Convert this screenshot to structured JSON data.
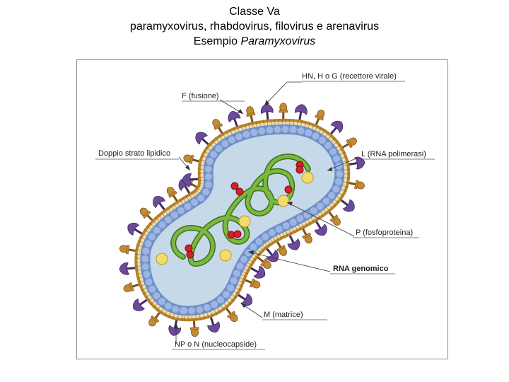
{
  "header": {
    "line1": "Classe Va",
    "line2": "paramyxovirus, rhabdovirus, filovirus e arenavirus",
    "line3_prefix": "Esempio ",
    "line3_italic": "Paramyxovirus"
  },
  "labels": {
    "hn": {
      "bold": "HN, H o G",
      "rest": " (recettore virale)"
    },
    "f": {
      "bold": "F",
      "rest": " (fusione)"
    },
    "lipid": {
      "rest": "Doppio strato lipidico"
    },
    "l": {
      "bold": "L",
      "rest": " (RNA polimerasi)"
    },
    "p": {
      "bold": "P",
      "rest": " (fosfoproteina)"
    },
    "rna": {
      "bold": "RNA genomico"
    },
    "m": {
      "bold": "M",
      "rest": " (matrice)"
    },
    "np": {
      "bold": "NP o N",
      "rest": " (nucleocapside)"
    }
  },
  "colors": {
    "envelope": "#b8862c",
    "matrix": "#7c9ad0",
    "interior": "#c5d9e8",
    "rna": "#6fa536",
    "spike_f": "#6b4a9a",
    "polymerase": "#d42028",
    "phosphoprotein": "#f2dc6c"
  }
}
